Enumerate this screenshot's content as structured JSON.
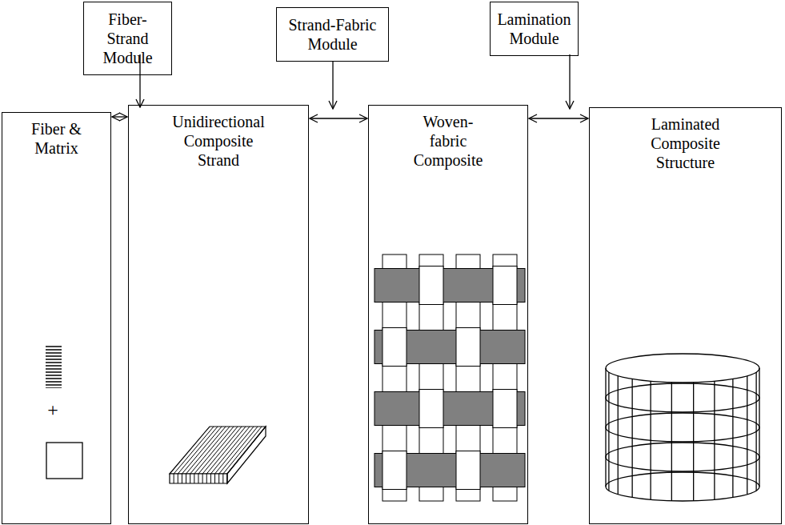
{
  "diagram": {
    "nodes": [
      {
        "text": [
          "Fiber-Strand Module"
        ]
      },
      {
        "text": [
          "Strand-Fabric Module"
        ]
      },
      {
        "text": [
          "Lamination Module"
        ]
      },
      {
        "text": [
          "Fiber & Matrix"
        ]
      },
      {
        "text": [
          "Unidirectional Composite Strand"
        ]
      },
      {
        "text": [
          "Woven-fabric Composite"
        ]
      },
      {
        "text": [
          "Laminated Composite Structure"
        ]
      }
    ],
    "edges": [
      {
        "from": 3,
        "to": 4,
        "arrow": "both"
      },
      {
        "from": 4,
        "to": 5,
        "arrow": "both"
      },
      {
        "from": 5,
        "to": 6,
        "arrow": "both"
      }
    ],
    "labels": [
      "+"
    ]
  }
}
